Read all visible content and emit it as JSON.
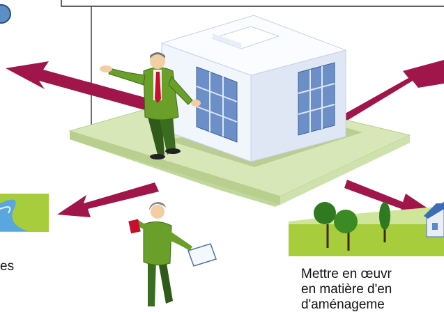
{
  "captions": {
    "left_fragment": "es",
    "right_line_1": "Mettre en œuvr",
    "right_line_2": "en matière d'en",
    "right_line_3": "d'aménageme"
  },
  "colors": {
    "arrow": "#a1164a",
    "platform_top": "#d8e7b8",
    "platform_side": "#c1d89b",
    "building_wall": "#eef3fb",
    "building_roof": "#fafcff",
    "window_blue": "#6d8fc8",
    "suit_green": "#6aa02a",
    "tie_red": "#c8102e",
    "field_green": "#a7cc3c",
    "sky_blue": "#5aa7e0"
  }
}
